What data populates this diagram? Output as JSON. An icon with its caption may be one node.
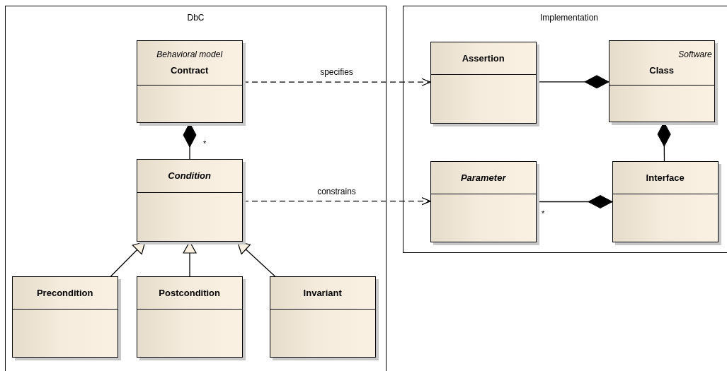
{
  "diagram": {
    "nodes": [
      {
        "text": [
          "DbC"
        ]
      },
      {
        "text": [
          "Behavioral model",
          "Contract"
        ],
        "in": 0
      },
      {
        "text": [
          "Condition"
        ],
        "in": 0
      },
      {
        "text": [
          "Precondition"
        ],
        "in": 0
      },
      {
        "text": [
          "Postcondition"
        ],
        "in": 0
      },
      {
        "text": [
          "Invariant"
        ],
        "in": 0
      },
      {
        "text": [
          "Implementation"
        ]
      },
      {
        "text": [
          "Assertion"
        ],
        "in": 6
      },
      {
        "text": [
          "Software",
          "Class"
        ],
        "in": 6
      },
      {
        "text": [
          "Parameter"
        ],
        "in": 6
      },
      {
        "text": [
          "Interface"
        ],
        "in": 6
      }
    ],
    "edges": [
      {
        "from": 1,
        "to": 7,
        "arrow": "to",
        "label": "specifies",
        "style": "dashed"
      },
      {
        "from": 2,
        "to": 9,
        "arrow": "to",
        "label": "constrains",
        "style": "dashed"
      },
      {
        "from": 2,
        "to": 1,
        "arrow": "other"
      },
      {
        "from": 3,
        "to": 2,
        "arrow": "to"
      },
      {
        "from": 4,
        "to": 2,
        "arrow": "to"
      },
      {
        "from": 5,
        "to": 2,
        "arrow": "to"
      },
      {
        "from": 7,
        "to": 8,
        "arrow": "other"
      },
      {
        "from": 10,
        "to": 8,
        "arrow": "other"
      },
      {
        "from": 9,
        "to": 10,
        "arrow": "other"
      }
    ],
    "labels": [
      "*",
      "*"
    ]
  }
}
